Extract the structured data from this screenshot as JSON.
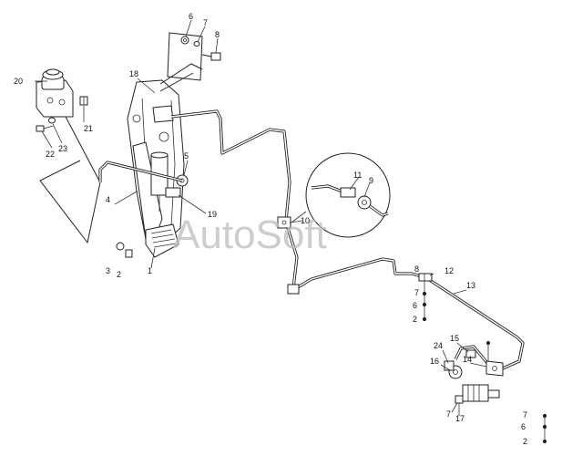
{
  "watermark": "AutoSoft",
  "labels": {
    "l1": "1",
    "l2a": "2",
    "l3": "3",
    "l4": "4",
    "l5": "5",
    "l6a": "6",
    "l7a": "7",
    "l8a": "8",
    "l9": "9",
    "l10": "10",
    "l11": "11",
    "l18": "18",
    "l19": "19",
    "l20": "20",
    "l21": "21",
    "l22": "22",
    "l23": "23",
    "l8b": "8",
    "l12": "12",
    "l7b": "7",
    "l6b": "6",
    "l2b": "2",
    "l13": "13",
    "l24": "24",
    "l15": "15",
    "l16": "16",
    "l14": "14",
    "l7c": "7",
    "l17": "17",
    "l7d": "7",
    "l6c": "6",
    "l2c": "2"
  }
}
